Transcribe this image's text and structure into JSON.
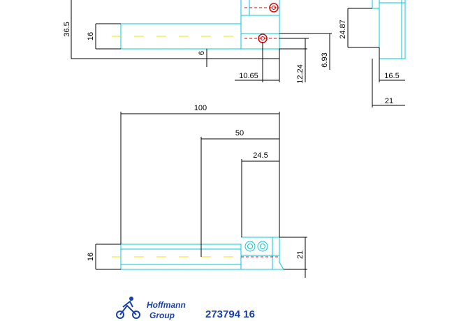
{
  "dimensions": {
    "top_height_total": "36.5",
    "top_body_height": "16",
    "top_offset": "6",
    "top_hole_x": "10.65",
    "top_hole_y1": "12.24",
    "top_hole_y2": "6.93",
    "side_height": "24.87",
    "side_width1": "16.5",
    "side_width2": "21",
    "front_length": "100",
    "front_hole1": "50",
    "front_hole2": "24.5",
    "front_body_height": "16",
    "front_total_height": "21"
  },
  "logo": {
    "line1": "Hoffmann",
    "line2": "Group",
    "icon": "cyclist-icon"
  },
  "part_number": "273794 16",
  "colors": {
    "outline": "#00c8d8",
    "dimension": "#000000",
    "centerline": "#e8e800",
    "hole_red": "#e00000",
    "brand_blue": "#1a3fae"
  }
}
